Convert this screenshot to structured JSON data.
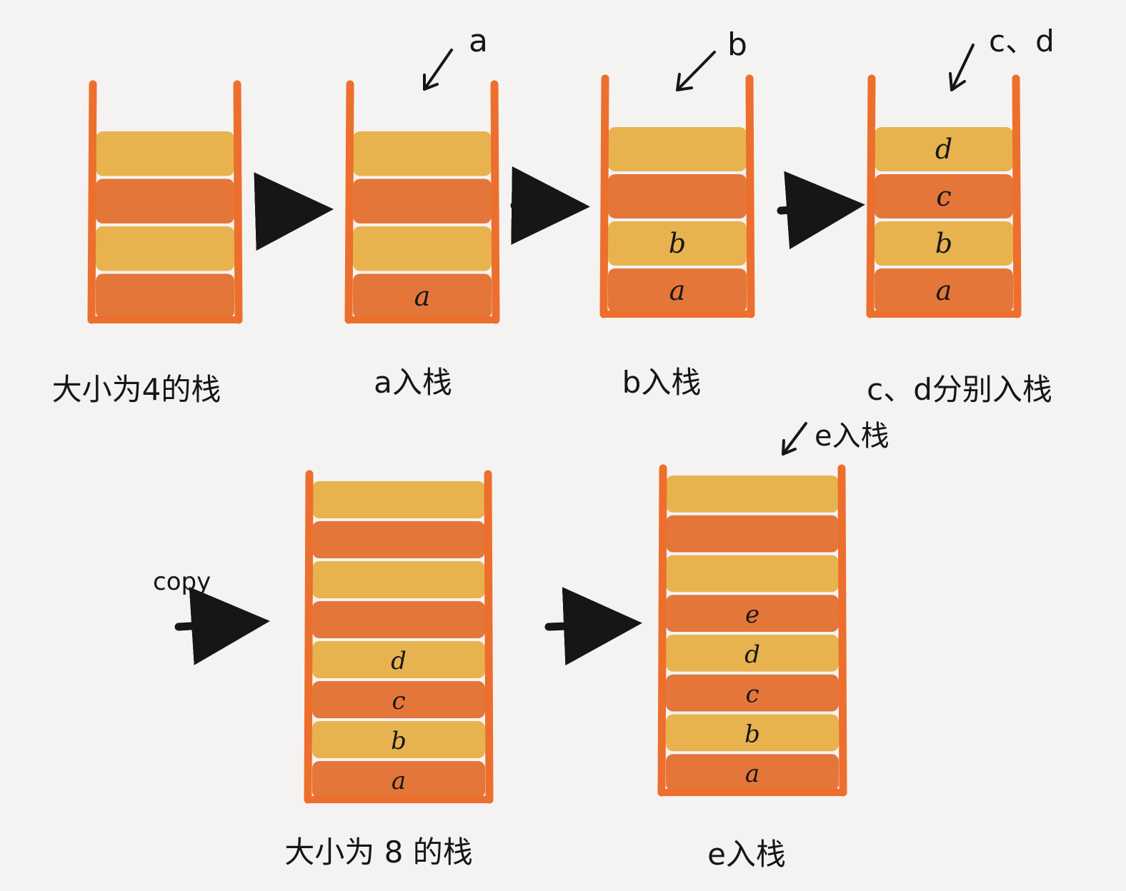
{
  "colors": {
    "background": "#f5f3f1",
    "dark_band": "#e5763a",
    "light_band": "#e8b34f",
    "wall": "#ec6f2d",
    "ink": "#161616"
  },
  "stages": [
    {
      "name": "empty-4",
      "caption": "大小为4的栈",
      "capacity": 4,
      "items": [],
      "incoming": ""
    },
    {
      "name": "push-a",
      "caption": "a入栈",
      "capacity": 4,
      "items": [
        "a"
      ],
      "incoming": "a"
    },
    {
      "name": "push-b",
      "caption": "b入栈",
      "capacity": 4,
      "items": [
        "a",
        "b"
      ],
      "incoming": "b"
    },
    {
      "name": "push-cd",
      "caption": "c、d分别入栈",
      "capacity": 4,
      "items": [
        "a",
        "b",
        "c",
        "d"
      ],
      "incoming": "c、d"
    },
    {
      "name": "copy-8",
      "caption": "大小为 8 的栈",
      "capacity": 8,
      "items": [
        "a",
        "b",
        "c",
        "d"
      ],
      "incoming": ""
    },
    {
      "name": "push-e",
      "caption": "e入栈",
      "capacity": 8,
      "items": [
        "a",
        "b",
        "c",
        "d",
        "e"
      ],
      "incoming": "e入栈"
    }
  ],
  "transition_labels": {
    "copy": "copy"
  }
}
